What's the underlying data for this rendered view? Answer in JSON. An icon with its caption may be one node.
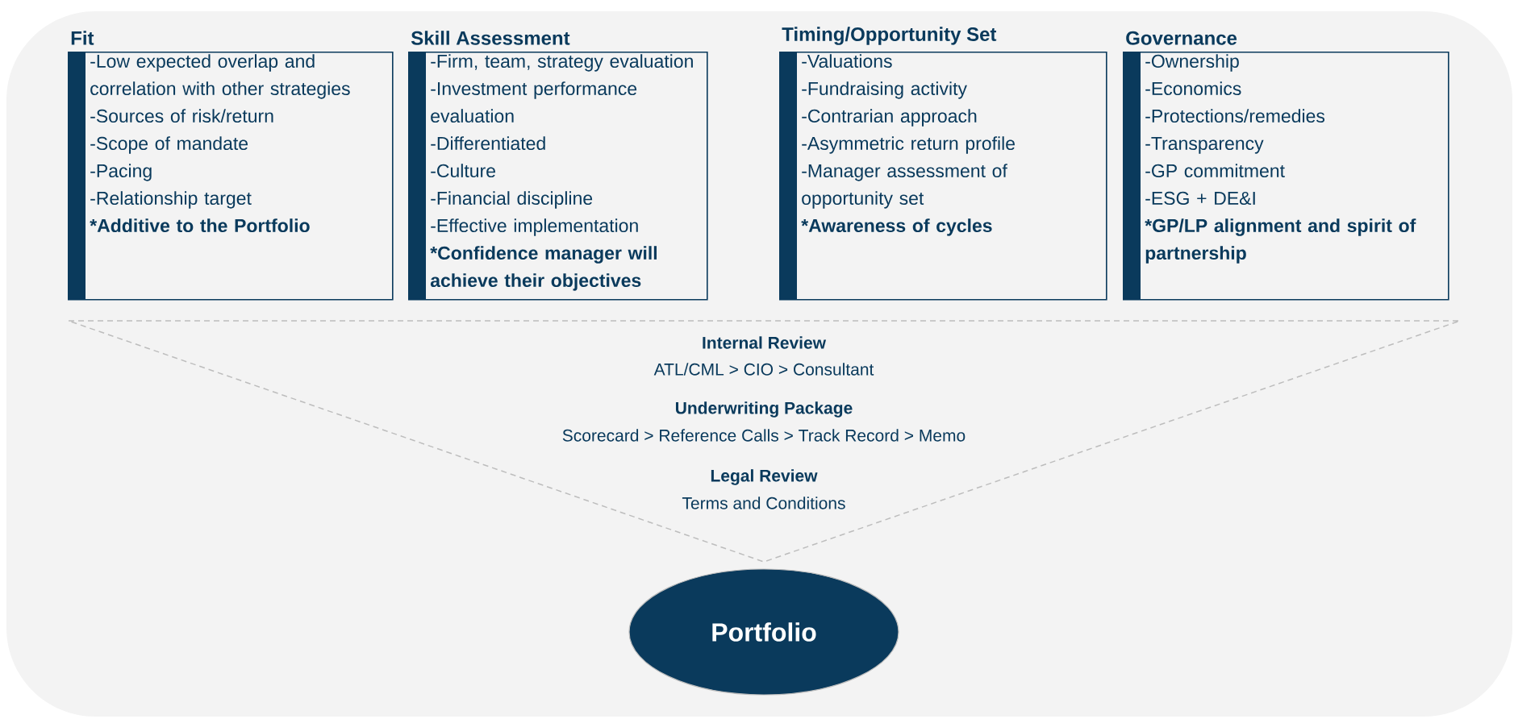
{
  "diagram": {
    "nodes": [
      {
        "text": [
          "Fit",
          "-Low expected overlap and correlation with other strategies",
          "-Sources of risk/return",
          "-Scope of mandate",
          "-Pacing",
          "-Relationship target",
          "*Additive to the Portfolio"
        ]
      },
      {
        "text": [
          "Skill Assessment",
          "-Firm, team, strategy evaluation",
          "-Investment performance evaluation",
          "-Differentiated",
          "-Culture",
          "-Financial discipline",
          "-Effective implementation",
          "*Confidence manager will achieve their objectives"
        ]
      },
      {
        "text": [
          "Timing/Opportunity Set",
          "-Valuations",
          "-Fundraising activity",
          "-Contrarian approach",
          "-Asymmetric return profile",
          "-Manager assessment of opportunity set",
          "*Awareness of cycles"
        ]
      },
      {
        "text": [
          "Governance",
          "-Ownership",
          "-Economics",
          "-Protections/remedies",
          "-Transparency",
          "-GP commitment",
          "-ESG + DE&I",
          "*GP/LP alignment and spirit of partnership"
        ]
      },
      {
        "text": [
          "Portfolio"
        ]
      }
    ],
    "labels": [
      "Internal Review",
      "ATL/CML > CIO > Consultant",
      "Underwriting Package",
      "Scorecard > Reference Calls > Track Record > Memo",
      "Legal Review",
      "Terms and Conditions"
    ]
  }
}
